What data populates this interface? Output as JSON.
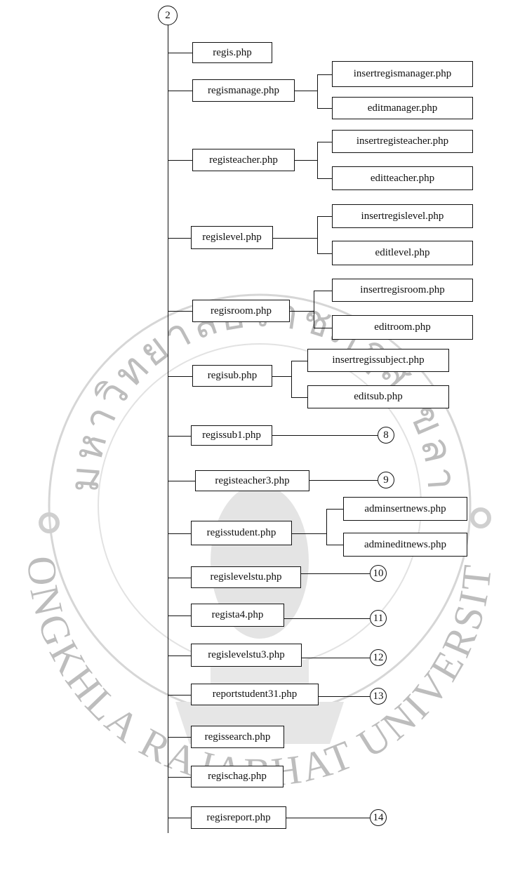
{
  "watermark": {
    "top_text": "มหาวิทยาลัยราชภัฏสงขลา",
    "bottom_text": "SONGKHLA RAJABHAT UNIVERSITY",
    "color": "#bdbdbd"
  },
  "diagram": {
    "root": {
      "label": "2"
    },
    "items": [
      {
        "label": "regis.php"
      },
      {
        "label": "regismanage.php",
        "children": [
          "insertregismanager.php",
          "editmanager.php"
        ]
      },
      {
        "label": "registeacher.php",
        "children": [
          "insertregisteacher.php",
          "editteacher.php"
        ]
      },
      {
        "label": "regislevel.php",
        "children": [
          "insertregislevel.php",
          "editlevel.php"
        ]
      },
      {
        "label": "regisroom.php",
        "children": [
          "insertregisroom.php",
          "editroom.php"
        ]
      },
      {
        "label": "regisub.php",
        "children": [
          "insertregissubject.php",
          "editsub.php"
        ]
      },
      {
        "label": "regissub1.php",
        "connector": "8"
      },
      {
        "label": "registeacher3.php",
        "connector": "9"
      },
      {
        "label": "regisstudent.php",
        "children": [
          "adminsertnews.php",
          "admineditnews.php"
        ]
      },
      {
        "label": "regislevelstu.php",
        "connector": "10"
      },
      {
        "label": "regista4.php",
        "connector": "11"
      },
      {
        "label": "regislevelstu3.php",
        "connector": "12"
      },
      {
        "label": "reportstudent31.php",
        "connector": "13"
      },
      {
        "label": "regissearch.php"
      },
      {
        "label": "regischag.php"
      },
      {
        "label": "regisreport.php",
        "connector": "14"
      }
    ]
  }
}
